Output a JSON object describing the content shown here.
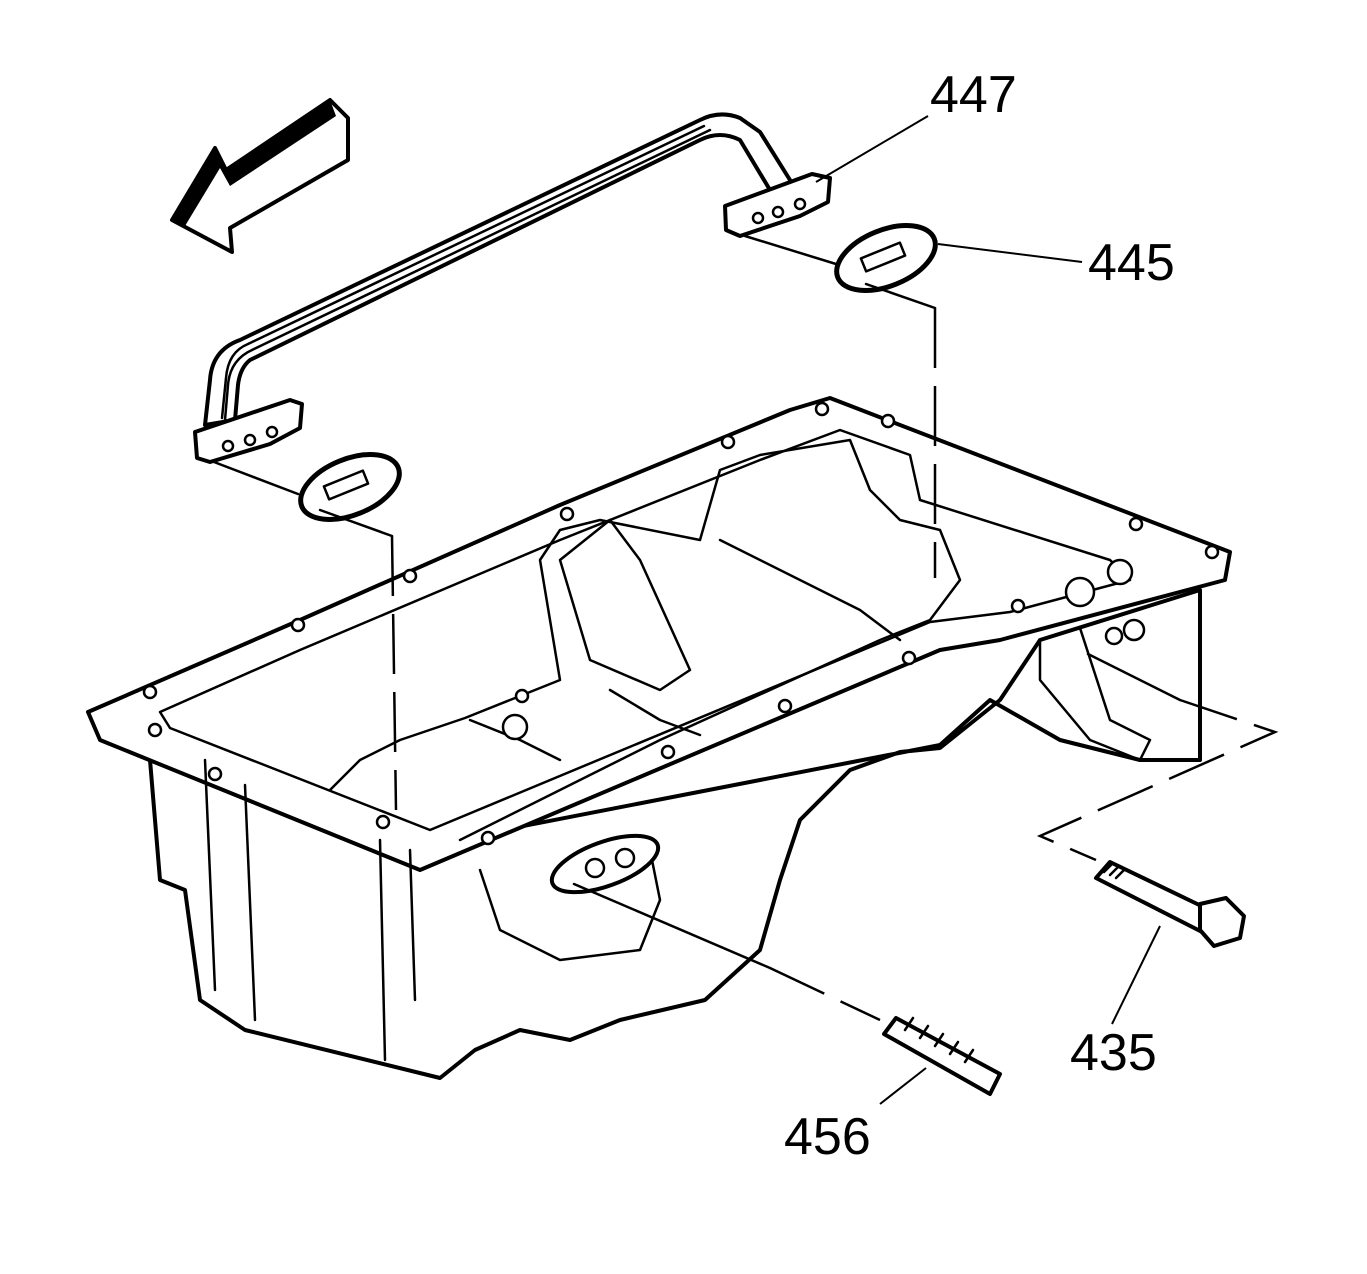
{
  "callouts": {
    "c447": "447",
    "c445": "445",
    "c435": "435",
    "c456": "456"
  },
  "colors": {
    "line": "#000000",
    "background": "#ffffff"
  }
}
